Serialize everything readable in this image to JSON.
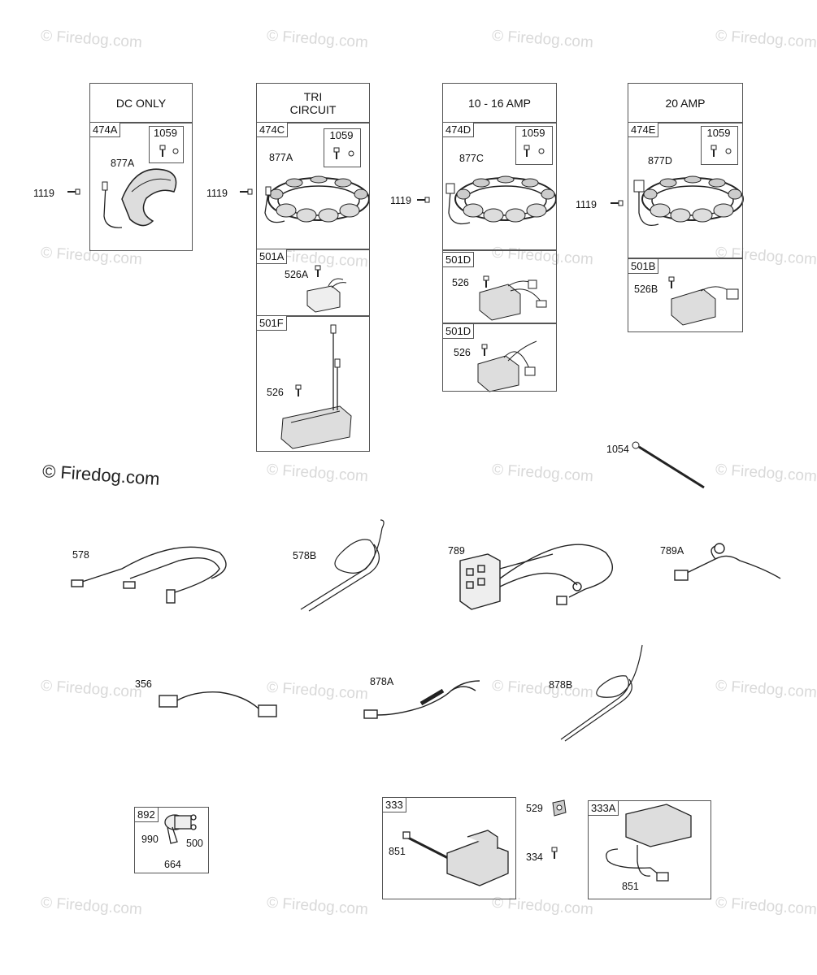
{
  "watermark": {
    "text": "© Firedog.com"
  },
  "sections": {
    "dc_only": {
      "header": "DC ONLY",
      "group": "474A",
      "kit": "1059",
      "wire": "877A",
      "screw": "1119"
    },
    "tri_circuit": {
      "header": "TRI\nCIRCUIT",
      "group": "474C",
      "kit": "1059",
      "wire": "877A",
      "screw": "1119",
      "reg1": {
        "group": "501A",
        "screw": "526A"
      },
      "reg2": {
        "group": "501F",
        "screw": "526"
      }
    },
    "amp_10_16": {
      "header": "10 - 16 AMP",
      "group": "474D",
      "kit": "1059",
      "wire": "877C",
      "screw": "1119",
      "reg1": {
        "group": "501D",
        "screw": "526"
      },
      "reg2": {
        "group": "501D",
        "screw": "526"
      }
    },
    "amp_20": {
      "header": "20 AMP",
      "group": "474E",
      "kit": "1059",
      "wire": "877D",
      "screw": "1119",
      "reg1": {
        "group": "501B",
        "screw": "526B"
      }
    }
  },
  "parts": {
    "tie": "1054",
    "h578": "578",
    "h578b": "578B",
    "h789": "789",
    "h789a": "789A",
    "h356": "356",
    "h878a": "878A",
    "h878b": "878B",
    "switch": {
      "group": "892",
      "a": "990",
      "b": "500",
      "c": "664"
    },
    "coil1": {
      "group": "333",
      "wire": "851"
    },
    "grommet": "529",
    "screw334": "334",
    "coil2": {
      "group": "333A",
      "wire": "851"
    }
  }
}
